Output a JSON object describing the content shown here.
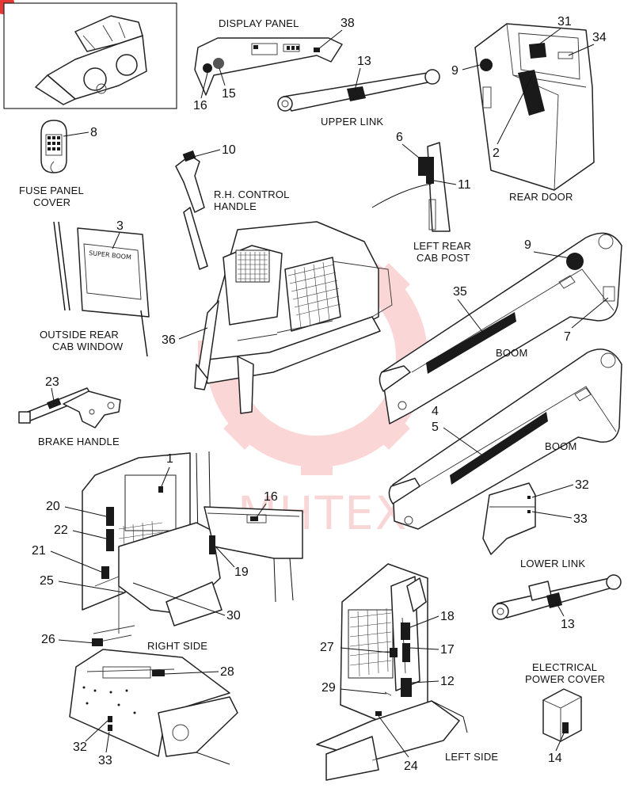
{
  "watermark": {
    "text": "MHTEX",
    "color": "#e53935"
  },
  "badge": {
    "color": "#e53935"
  },
  "labels": {
    "display_panel": "DISPLAY PANEL",
    "upper_link": "UPPER LINK",
    "fuse_panel_cover": [
      "FUSE PANEL",
      "COVER"
    ],
    "rh_control_handle": [
      "R.H. CONTROL",
      "HANDLE"
    ],
    "left_rear_cab_post": [
      "LEFT REAR",
      "CAB POST"
    ],
    "rear_door": "REAR DOOR",
    "outside_rear_cab_window": [
      "OUTSIDE REAR",
      "CAB WINDOW"
    ],
    "boom_upper": "BOOM",
    "boom_lower": "BOOM",
    "brake_handle": "BRAKE HANDLE",
    "right_side": "RIGHT SIDE",
    "lower_link": "LOWER LINK",
    "electrical_power_cover": [
      "ELECTRICAL",
      "POWER COVER"
    ],
    "left_side": "LEFT SIDE",
    "window_decal": "SUPER BOOM"
  },
  "callouts": {
    "c38": "38",
    "c16a": "16",
    "c15": "15",
    "c13a": "13",
    "c31": "31",
    "c34": "34",
    "c9a": "9",
    "c2": "2",
    "c8": "8",
    "c10": "10",
    "c6": "6",
    "c11": "11",
    "c3": "3",
    "c9b": "9",
    "c35": "35",
    "c7": "7",
    "c36": "36",
    "c23": "23",
    "c4": "4",
    "c5": "5",
    "c1": "1",
    "c16b": "16",
    "c32a": "32",
    "c33a": "33",
    "c20": "20",
    "c22": "22",
    "c21": "21",
    "c25": "25",
    "c19": "19",
    "c30": "30",
    "c13b": "13",
    "c18": "18",
    "c26": "26",
    "c28": "28",
    "c27": "27",
    "c17": "17",
    "c29": "29",
    "c12": "12",
    "c32b": "32",
    "c33b": "33",
    "c24": "24",
    "c14": "14"
  }
}
